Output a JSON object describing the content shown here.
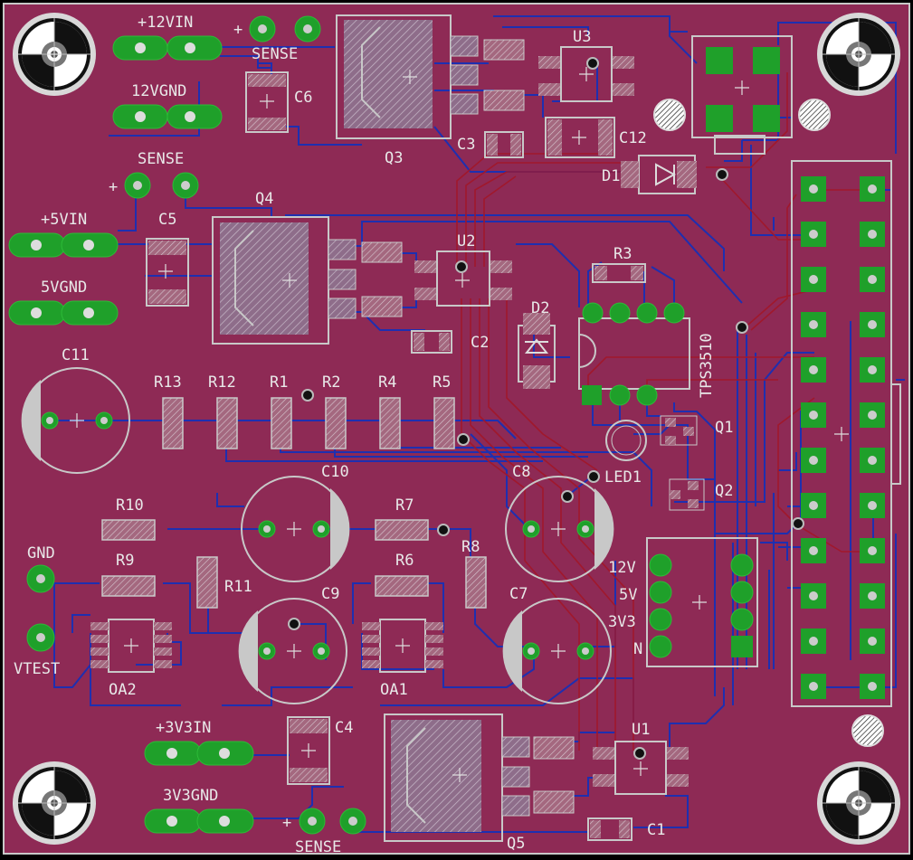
{
  "board": {
    "colors": {
      "background": "#000000",
      "substrate": "#8e2a55",
      "trace_bottom": "#1e2fb0",
      "trace_top": "#a0182c",
      "pad": "#1fa02a",
      "silk": "#d8d8d8",
      "smd": "#9a9aaa"
    }
  },
  "labels": {
    "in12v": "+12VIN",
    "gnd12v": "12VGND",
    "in5v": "+5VIN",
    "gnd5v": "5VGND",
    "in3v3": "+3V3IN",
    "gnd3v3": "3V3GND",
    "gnd": "GND",
    "vtest": "VTEST",
    "sense_top": "SENSE",
    "sense_mid": "SENSE",
    "sense_bot": "SENSE",
    "plus1": "+",
    "plus2": "+",
    "plus3": "+",
    "c1": "C1",
    "c2": "C2",
    "c3": "C3",
    "c4": "C4",
    "c5": "C5",
    "c6": "C6",
    "c7": "C7",
    "c8": "C8",
    "c9": "C9",
    "c10": "C10",
    "c11": "C11",
    "c12": "C12",
    "q1": "Q1",
    "q2": "Q2",
    "q3": "Q3",
    "q4": "Q4",
    "q5": "Q5",
    "u1": "U1",
    "u2": "U2",
    "u3": "U3",
    "d1": "D1",
    "d2": "D2",
    "r1": "R1",
    "r2": "R2",
    "r3": "R3",
    "r4": "R4",
    "r5": "R5",
    "r6": "R6",
    "r7": "R7",
    "r8": "R8",
    "r9": "R9",
    "r10": "R10",
    "r11": "R11",
    "r12": "R12",
    "r13": "R13",
    "oa1": "OA1",
    "oa2": "OA2",
    "led1": "LED1",
    "tps": "TPS3510",
    "v12": "12V",
    "v5": "5V",
    "v3v3": "3V3",
    "vn": "N"
  }
}
